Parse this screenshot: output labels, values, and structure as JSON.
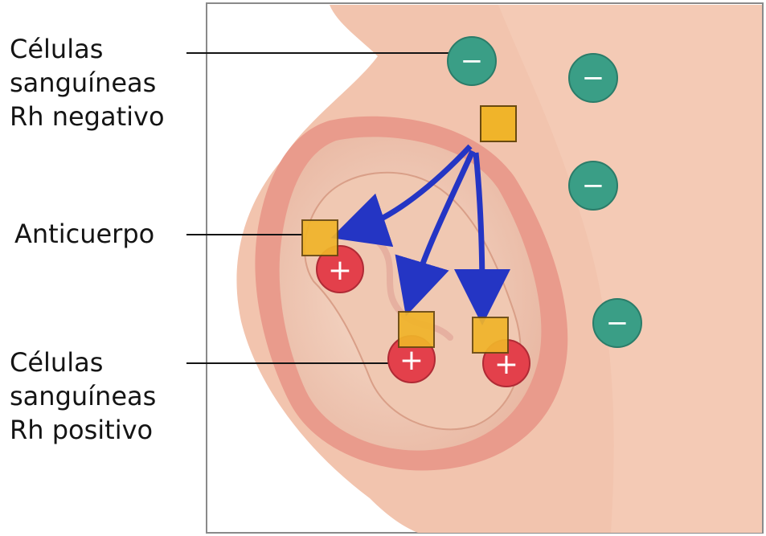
{
  "labels": {
    "rh_negative": "Células\nsanguíneas\nRh negativo",
    "antibody": "Anticuerpo",
    "rh_positive": "Células\nsanguíneas\nRh positivo"
  },
  "symbols": {
    "negative": "−",
    "positive": "+"
  },
  "colors": {
    "skin": "#f2c4ae",
    "skin_dark": "#e3a08a",
    "uterus": "#e99b8c",
    "womb_inner": "#f1d4c3",
    "negative_cell": "#3a9e86",
    "positive_cell": "#e3404b",
    "antibody": "#f0b42a",
    "arrow": "#2435c4"
  }
}
